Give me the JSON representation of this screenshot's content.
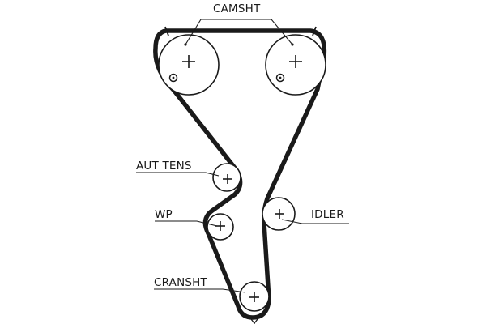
{
  "labels": {
    "camshaft": "CAMSHT",
    "tensioner": "AUT TENS",
    "water_pump": "WP",
    "idler": "IDLER",
    "crankshaft": "CRANSHT"
  },
  "colors": {
    "belt": "#1a1a1a",
    "background": "#ffffff"
  }
}
